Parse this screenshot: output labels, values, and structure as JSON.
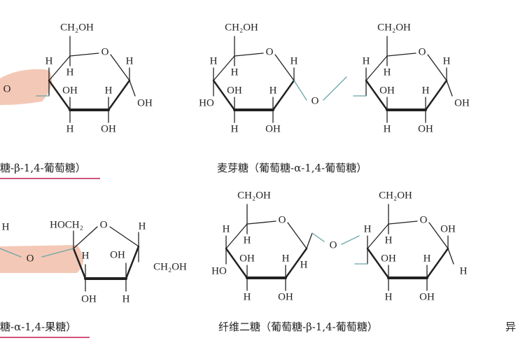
{
  "atoms": {
    "h": "H",
    "oh": "OH",
    "ho": "HO",
    "ch2oh": "CH₂OH",
    "hoch2": "HOCH₂",
    "o": "O"
  },
  "captions": {
    "top_left": "糖-β-1,4-葡萄糖）",
    "top_middle": "麦芽糖（葡萄糖-α-1,4-葡萄糖）",
    "bottom_left": "糖-α-1,4-果糖）",
    "bottom_middle": "纤维二糖（葡萄糖-β-1,4-葡萄糖）",
    "bottom_right": "异"
  },
  "colors": {
    "highlight": "#f3c2ae",
    "underline": "#d2557c",
    "bond": "#222222",
    "link": "#6aa5a8"
  }
}
